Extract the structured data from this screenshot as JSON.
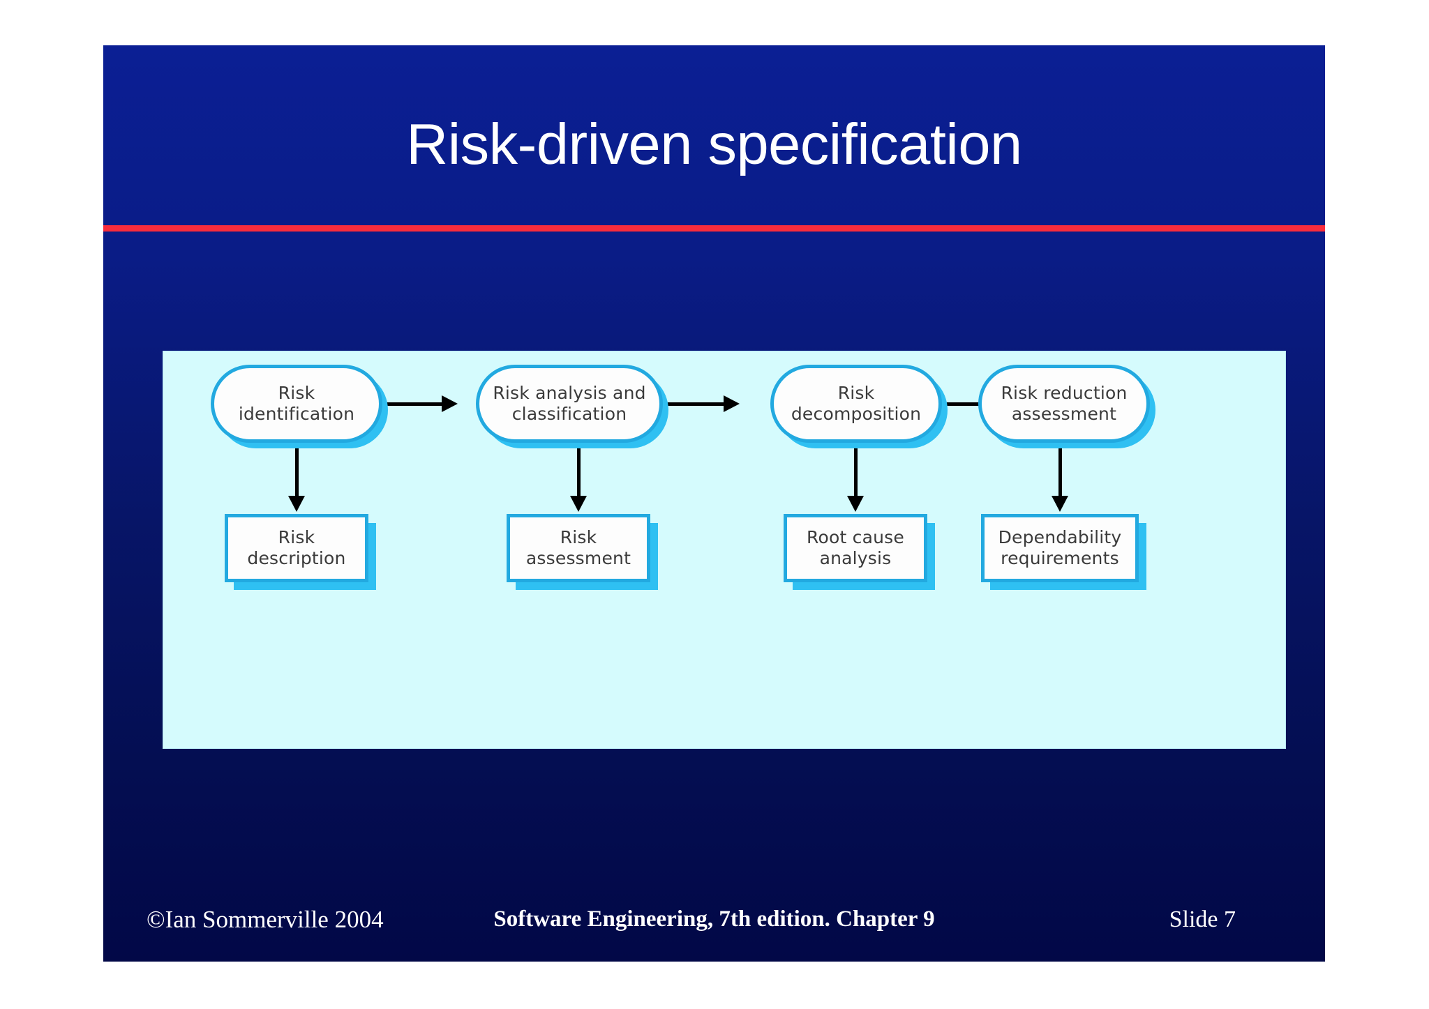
{
  "slide": {
    "title": "Risk-driven specification",
    "accent_rule_color": "#f92c3c",
    "background_color": "#0b1f94",
    "panel_background_color": "#d5fbfd",
    "node_border_color": "#22a9e0",
    "node_shadow_color": "#2fc0f2"
  },
  "diagram": {
    "type": "flow",
    "process_nodes": [
      {
        "id": "risk-identification",
        "label": "Risk\nidentification"
      },
      {
        "id": "risk-analysis-and-classification",
        "label": "Risk analysis and\nclassification"
      },
      {
        "id": "risk-decomposition",
        "label": "Risk\ndecomposition"
      },
      {
        "id": "risk-reduction-assessment",
        "label": "Risk reduction\nassessment"
      }
    ],
    "output_nodes": [
      {
        "id": "risk-description",
        "label": "Risk\ndescription"
      },
      {
        "id": "risk-assessment",
        "label": "Risk\nassessment"
      },
      {
        "id": "root-cause-analysis",
        "label": "Root cause\nanalysis"
      },
      {
        "id": "dependability-requirements",
        "label": "Dependability\nrequirements"
      }
    ],
    "flow_connections": [
      {
        "from": "risk-identification",
        "to": "risk-analysis-and-classification",
        "direction": "right"
      },
      {
        "from": "risk-analysis-and-classification",
        "to": "risk-decomposition",
        "direction": "right"
      },
      {
        "from": "risk-decomposition",
        "to": "risk-reduction-assessment",
        "direction": "right"
      },
      {
        "from": "risk-identification",
        "to": "risk-description",
        "direction": "down"
      },
      {
        "from": "risk-analysis-and-classification",
        "to": "risk-assessment",
        "direction": "down"
      },
      {
        "from": "risk-decomposition",
        "to": "root-cause-analysis",
        "direction": "down"
      },
      {
        "from": "risk-reduction-assessment",
        "to": "dependability-requirements",
        "direction": "down"
      }
    ]
  },
  "footer": {
    "copyright": "©Ian Sommerville 2004",
    "center": "Software Engineering, 7th edition. Chapter 9",
    "slide_number": "Slide  7"
  }
}
